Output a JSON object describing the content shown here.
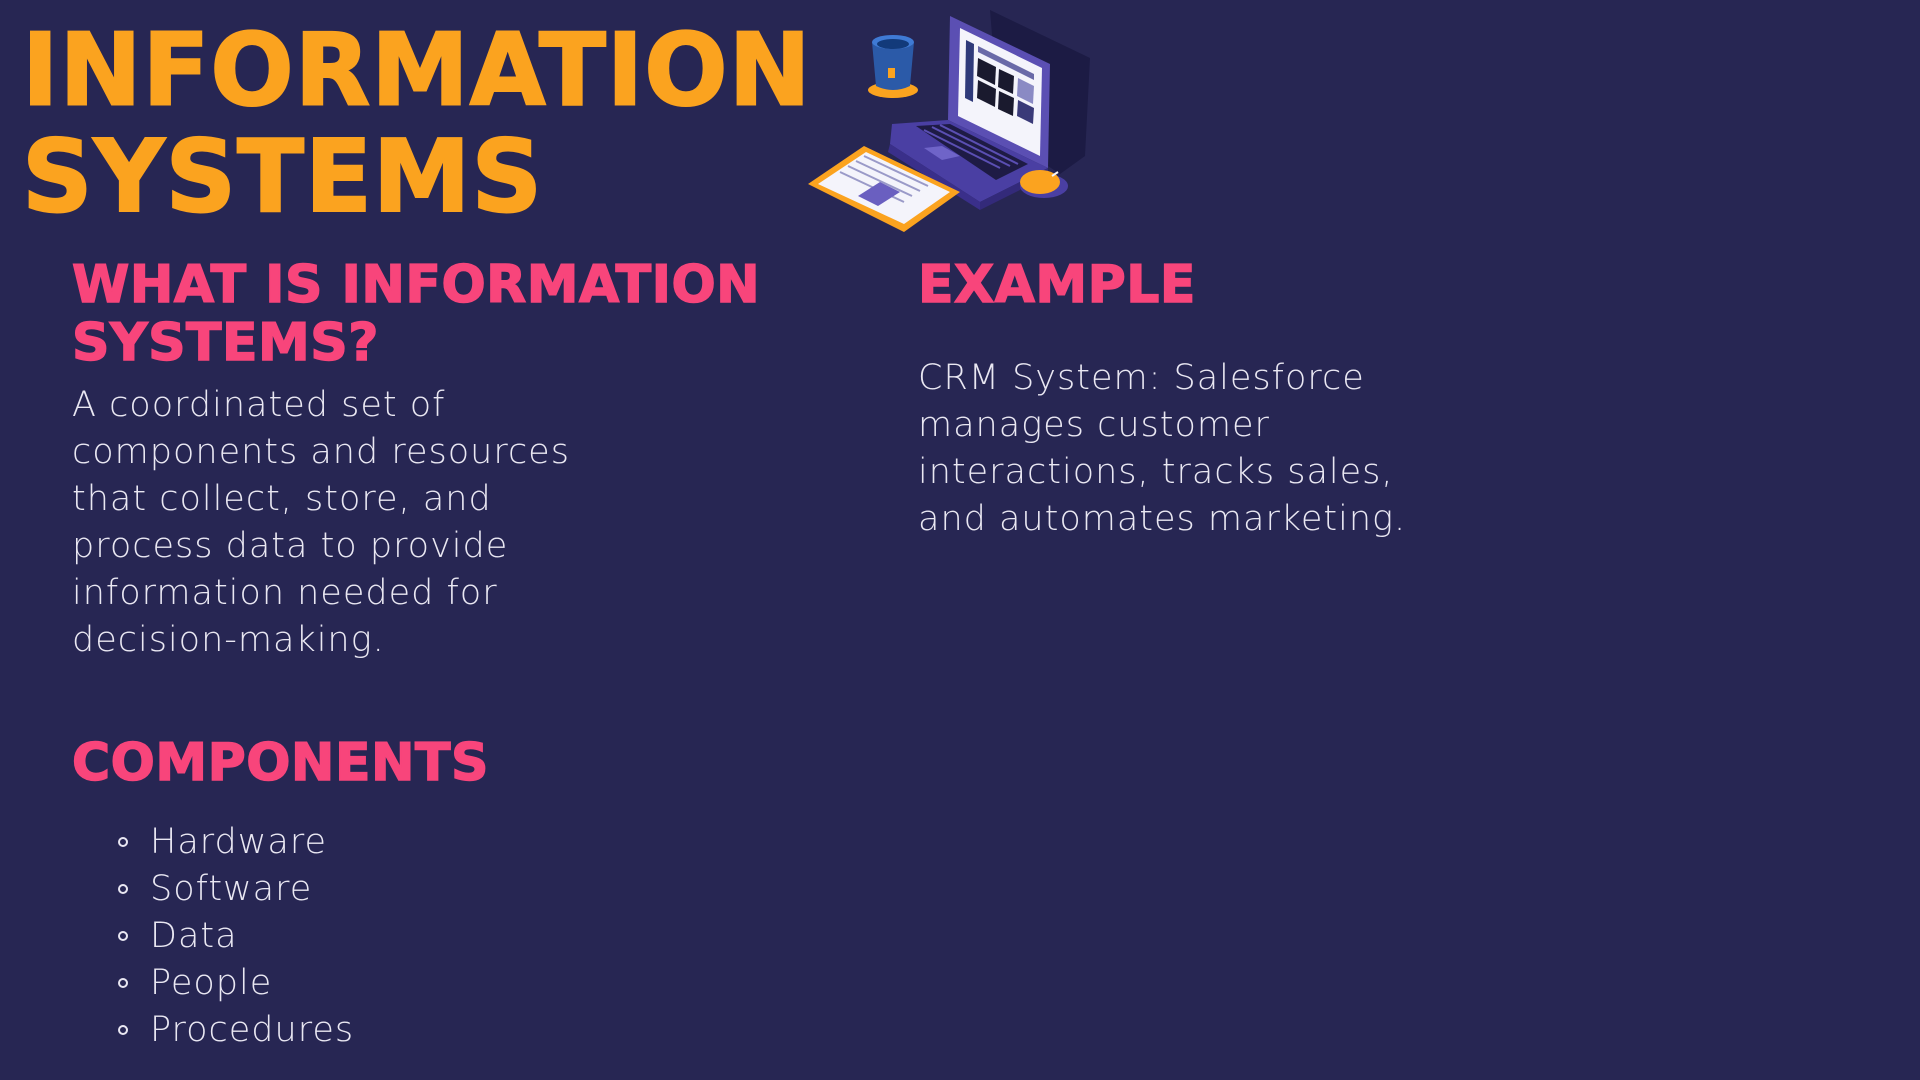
{
  "title": {
    "line1": "INFORMATION",
    "line2": "SYSTEMS"
  },
  "what_section": {
    "heading": "WHAT IS INFORMATION SYSTEMS?",
    "definition": "A coordinated set of components and resources that collect, store, and process data to provide information needed for decision-making."
  },
  "components_section": {
    "heading": "COMPONENTS",
    "items": [
      "Hardware",
      "Software",
      "Data",
      "People",
      "Procedures"
    ]
  },
  "example_section": {
    "heading": "EXAMPLE",
    "text": "CRM System: Salesforce manages customer interactions, tracks sales, and automates marketing."
  },
  "colors": {
    "background": "#272653",
    "title": "#fba31f",
    "heading": "#f8457b",
    "body": "#e9e7f2"
  },
  "illustration": {
    "icon": "laptop-workspace-icon"
  }
}
